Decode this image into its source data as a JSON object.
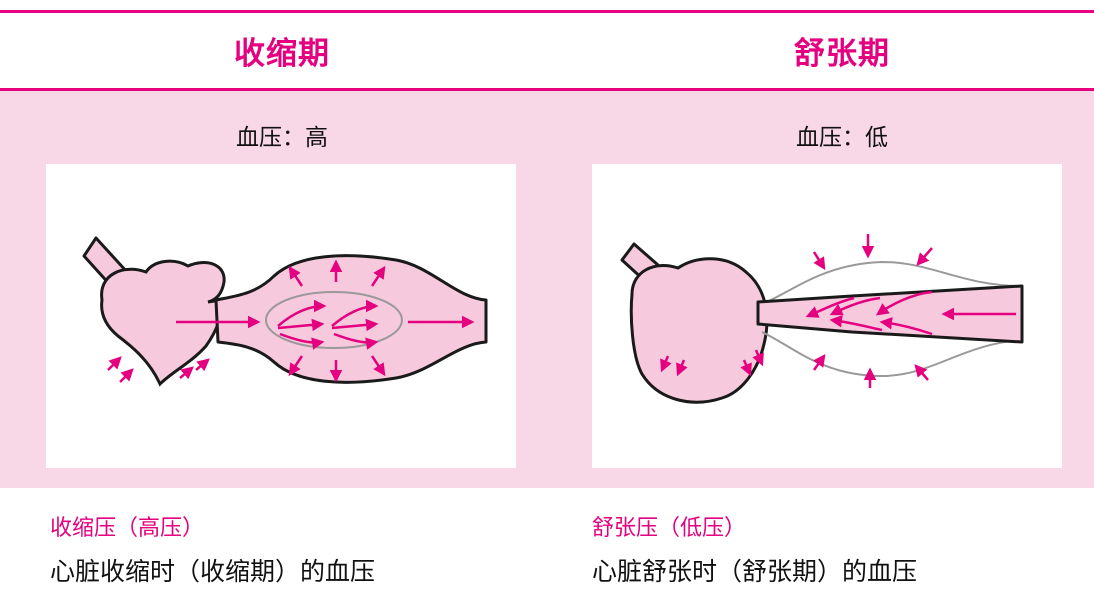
{
  "systole": {
    "title": "收缩期",
    "pressure_label": "血压：高",
    "caption_title": "收缩压（高压）",
    "caption_text": "心脏收缩时（收缩期）的血压"
  },
  "diastole": {
    "title": "舒张期",
    "pressure_label": "血压：低",
    "caption_title": "舒张压（低压）",
    "caption_text": "心脏舒张时（舒张期）的血压"
  },
  "colors": {
    "accent": "#e4007f",
    "band": "#f8d7e6",
    "tissue": "#f6c9dc",
    "outline": "#1a1a1a",
    "inner_line": "#999999"
  }
}
